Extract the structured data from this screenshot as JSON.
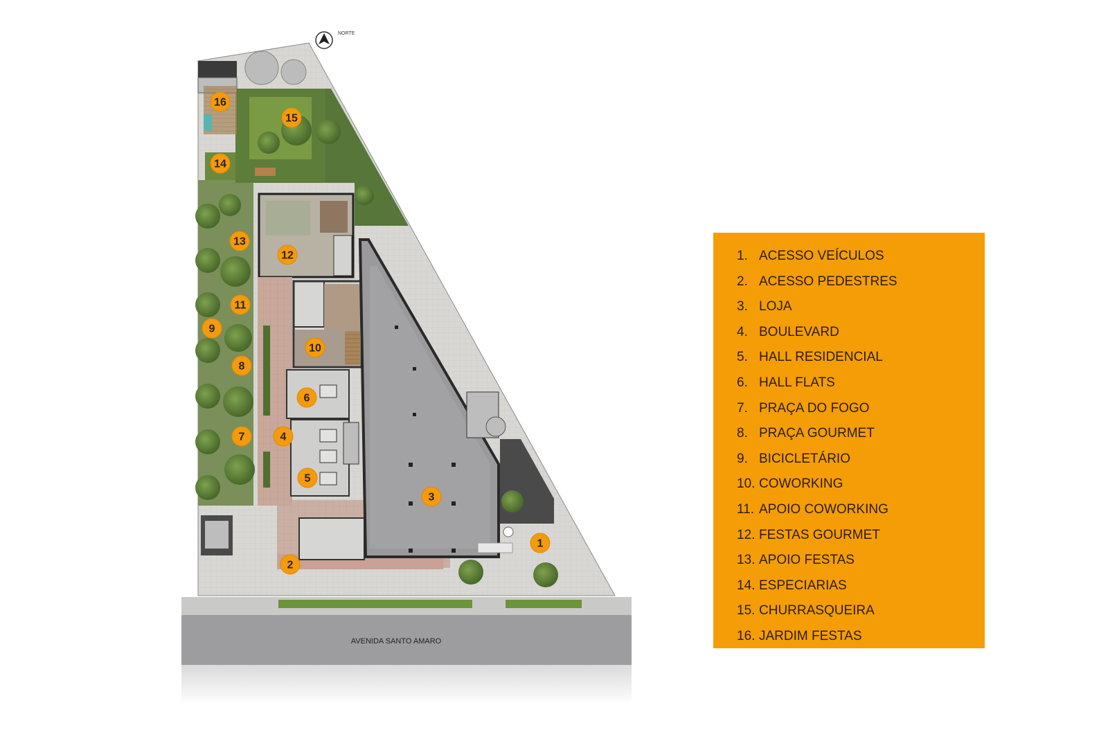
{
  "compass": {
    "label": "NORTE",
    "icon": "north-arrow-icon"
  },
  "street": {
    "label": "AVENIDA SANTO AMARO"
  },
  "colors": {
    "accent": "#f39a0e",
    "legend_bg": "#f59d06",
    "building_gray": "#9a9a9c",
    "pavement": "#d9d9d7",
    "garden": "#5d7d3a",
    "road": "#9d9d9f"
  },
  "legend": [
    {
      "num": "1.",
      "label": "ACESSO VEÍCULOS"
    },
    {
      "num": "2.",
      "label": "ACESSO PEDESTRES"
    },
    {
      "num": "3.",
      "label": "LOJA"
    },
    {
      "num": "4.",
      "label": "BOULEVARD"
    },
    {
      "num": "5.",
      "label": "HALL RESIDENCIAL"
    },
    {
      "num": "6.",
      "label": "HALL FLATS"
    },
    {
      "num": "7.",
      "label": "PRAÇA DO FOGO"
    },
    {
      "num": "8.",
      "label": "PRAÇA GOURMET"
    },
    {
      "num": "9.",
      "label": "BICICLETÁRIO"
    },
    {
      "num": "10.",
      "label": "COWORKING"
    },
    {
      "num": "11.",
      "label": "APOIO COWORKING"
    },
    {
      "num": "12.",
      "label": "FESTAS GOURMET"
    },
    {
      "num": "13.",
      "label": "APOIO FESTAS"
    },
    {
      "num": "14.",
      "label": "ESPECIARIAS"
    },
    {
      "num": "15.",
      "label": "CHURRASQUEIRA"
    },
    {
      "num": "16.",
      "label": "JARDIM FESTAS"
    }
  ],
  "markers": [
    "1",
    "2",
    "3",
    "4",
    "5",
    "6",
    "7",
    "8",
    "9",
    "10",
    "11",
    "12",
    "13",
    "14",
    "15",
    "16"
  ]
}
